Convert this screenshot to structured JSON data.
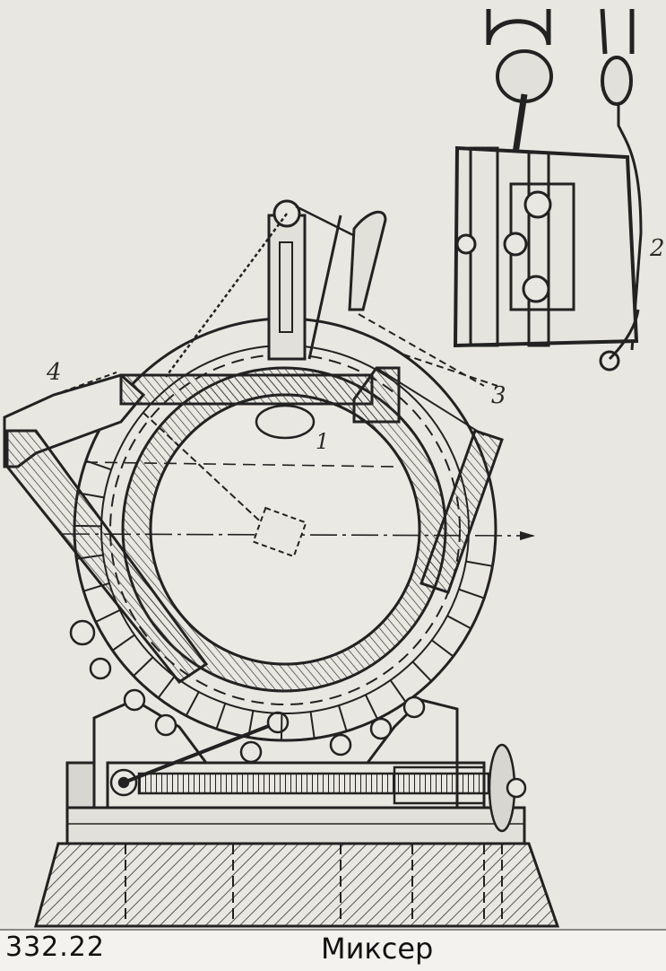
{
  "plate": {
    "number": "332.22",
    "caption": "Миксер"
  },
  "callouts": {
    "one": "1",
    "two": "2",
    "three": "3",
    "four": "4"
  },
  "colors": {
    "paper": "#e9e7e1",
    "ink": "#2a2a2a"
  }
}
